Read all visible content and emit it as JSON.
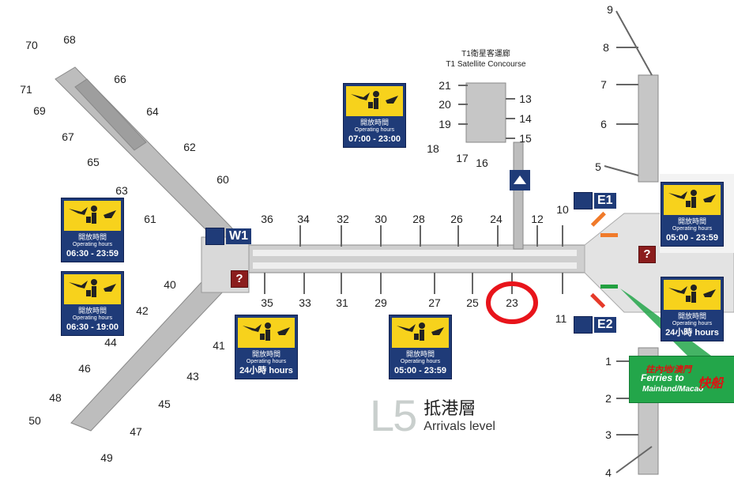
{
  "satellite": {
    "title_cn": "T1衛星客運廊",
    "title_en": "T1 Satellite Concourse"
  },
  "level": {
    "code": "L5",
    "name_cn": "抵港層",
    "name_en": "Arrivals level"
  },
  "exits": {
    "w1": "W1",
    "e1": "E1",
    "e2": "E2"
  },
  "info_boxes": [
    {
      "id": "box-sat",
      "cn": "開放時間",
      "en": "Operating hours",
      "hours": "07:00 - 23:00"
    },
    {
      "id": "box-nw",
      "cn": "開放時間",
      "en": "Operating hours",
      "hours": "06:30 - 23:59"
    },
    {
      "id": "box-w",
      "cn": "開放時間",
      "en": "Operating hours",
      "hours": "06:30 - 19:00"
    },
    {
      "id": "box-center-left",
      "cn": "開放時間",
      "en": "Operating hours",
      "hours": "24小時 hours"
    },
    {
      "id": "box-center",
      "cn": "開放時間",
      "en": "Operating hours",
      "hours": "05:00 - 23:59"
    },
    {
      "id": "box-e-top",
      "cn": "開放時間",
      "en": "Operating hours",
      "hours": "05:00 - 23:59"
    },
    {
      "id": "box-e-bottom",
      "cn": "開放時間",
      "en": "Operating hours",
      "hours": "24小時 hours"
    }
  ],
  "ferry": {
    "line1": "往內地/澳門",
    "line2": "Ferries to",
    "line3": "Mainland/Macao",
    "line4": "快船"
  },
  "help_symbol": "?",
  "gates": [
    {
      "label": "70"
    },
    {
      "label": "68"
    },
    {
      "label": "71"
    },
    {
      "label": "69"
    },
    {
      "label": "66"
    },
    {
      "label": "67"
    },
    {
      "label": "64"
    },
    {
      "label": "65"
    },
    {
      "label": "62"
    },
    {
      "label": "63"
    },
    {
      "label": "60"
    },
    {
      "label": "61"
    },
    {
      "label": "36"
    },
    {
      "label": "34"
    },
    {
      "label": "32"
    },
    {
      "label": "30"
    },
    {
      "label": "28"
    },
    {
      "label": "26"
    },
    {
      "label": "24"
    },
    {
      "label": "12"
    },
    {
      "label": "10"
    },
    {
      "label": "35"
    },
    {
      "label": "33"
    },
    {
      "label": "31"
    },
    {
      "label": "29"
    },
    {
      "label": "27"
    },
    {
      "label": "25"
    },
    {
      "label": "23"
    },
    {
      "label": "11"
    },
    {
      "label": "40"
    },
    {
      "label": "42"
    },
    {
      "label": "41"
    },
    {
      "label": "44"
    },
    {
      "label": "43"
    },
    {
      "label": "46"
    },
    {
      "label": "45"
    },
    {
      "label": "48"
    },
    {
      "label": "47"
    },
    {
      "label": "50"
    },
    {
      "label": "49"
    },
    {
      "label": "21"
    },
    {
      "label": "20"
    },
    {
      "label": "19"
    },
    {
      "label": "18"
    },
    {
      "label": "17"
    },
    {
      "label": "16"
    },
    {
      "label": "15"
    },
    {
      "label": "14"
    },
    {
      "label": "13"
    },
    {
      "label": "9"
    },
    {
      "label": "8"
    },
    {
      "label": "7"
    },
    {
      "label": "6"
    },
    {
      "label": "5"
    },
    {
      "label": "1"
    },
    {
      "label": "2"
    },
    {
      "label": "3"
    },
    {
      "label": "4"
    }
  ],
  "highlight": {
    "gate": "23",
    "color": "#e8141b"
  },
  "colors": {
    "navy": "#1f3b78",
    "yellow": "#f7d21c",
    "concourse": "#b9b9b9",
    "help": "#8b1d1d",
    "ferry_green": "#23a64a",
    "orange": "#f07a2a",
    "red": "#e63a2a",
    "green": "#22a040"
  }
}
